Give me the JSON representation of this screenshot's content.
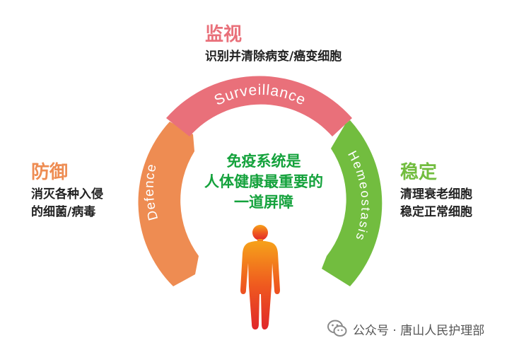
{
  "colors": {
    "surveillance": "#e9707a",
    "defence": "#ee8c52",
    "homeostasis": "#72bd3f",
    "center_text": "#14a23c",
    "body_figure": "#f05a1e"
  },
  "arcs": {
    "top_label": "Surveillance",
    "left_label": "Defence",
    "right_label": "Hemeostasis"
  },
  "surveillance": {
    "title": "监视",
    "desc": "识别并清除病变/癌变细胞"
  },
  "defence": {
    "title": "防御",
    "lines": [
      "消灭各种入侵",
      "的细菌/病毒"
    ]
  },
  "homeostasis": {
    "title": "稳定",
    "lines": [
      "清理衰老细胞",
      "稳定正常细胞"
    ]
  },
  "center": {
    "lines": [
      "免疫系统是",
      "人体健康最重要的",
      "一道屏障"
    ]
  },
  "watermark": {
    "icon": "wechat-icon",
    "text": "公众号 · 唐山人民护理部"
  }
}
